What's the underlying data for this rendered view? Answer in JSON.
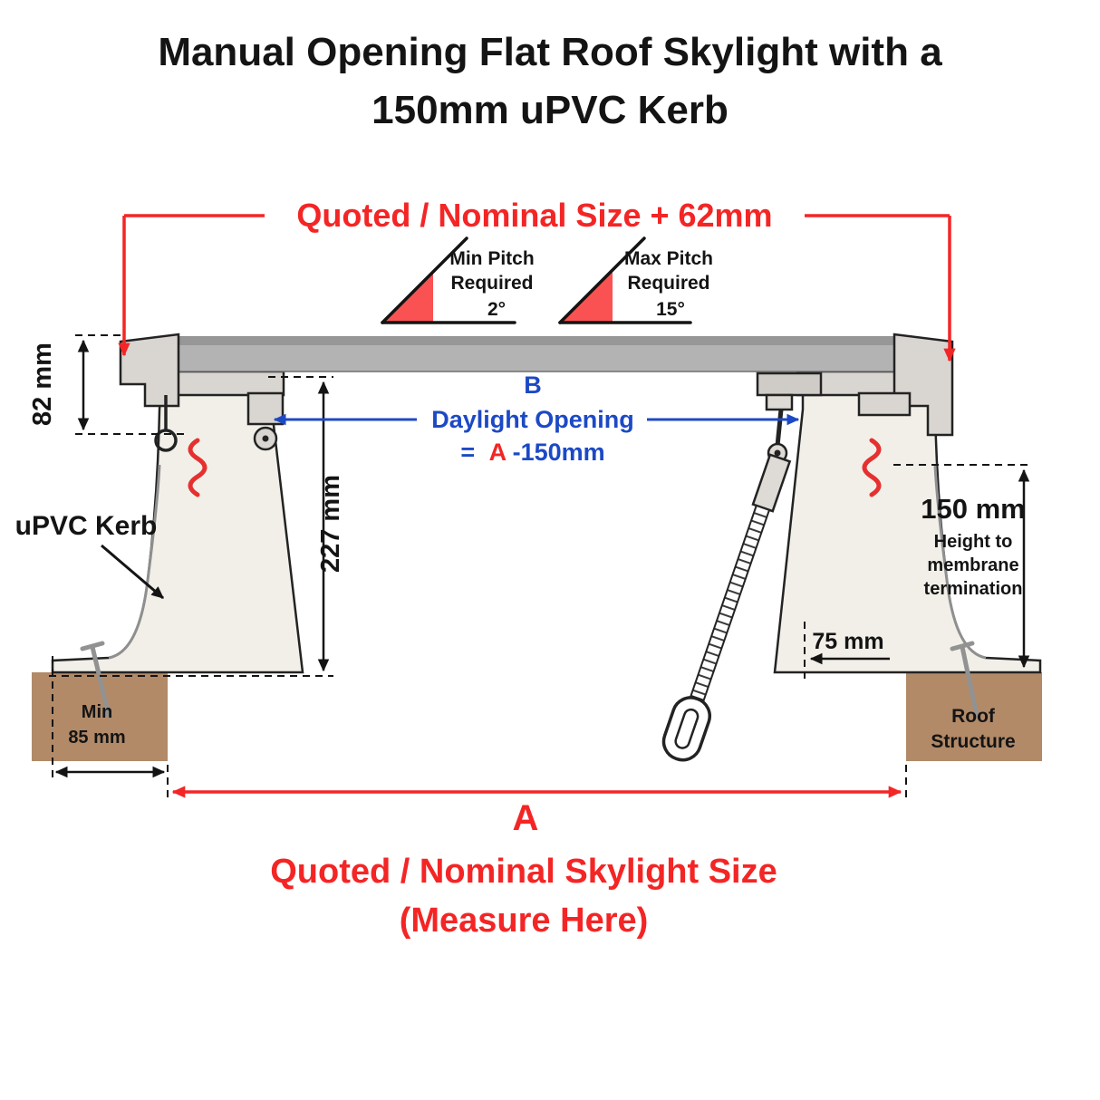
{
  "title": {
    "line1": "Manual Opening Flat Roof Skylight with a",
    "line2": "150mm uPVC Kerb"
  },
  "top_dimension": {
    "label": "Quoted / Nominal Size + 62mm"
  },
  "pitch": {
    "min": {
      "line1": "Min Pitch",
      "line2": "Required",
      "value": "2°"
    },
    "max": {
      "line1": "Max Pitch",
      "line2": "Required",
      "value": "15°"
    }
  },
  "left_dimensions": {
    "glass_height": "82 mm",
    "kerb_height": "227 mm"
  },
  "daylight": {
    "b": "B",
    "line1": "Daylight Opening",
    "eq_prefix": "=",
    "eq_a": "A",
    "eq_suffix": "-150mm"
  },
  "kerb_label": "uPVC Kerb",
  "right_dimensions": {
    "membrane_value": "150 mm",
    "membrane_l1": "Height to",
    "membrane_l2": "membrane",
    "membrane_l3": "termination",
    "upstand": "75 mm"
  },
  "roof": {
    "min_label": "Min",
    "min_value": "85 mm",
    "name_l1": "Roof",
    "name_l2": "Structure"
  },
  "bottom_dimension": {
    "a": "A",
    "line1": "Quoted / Nominal Skylight Size",
    "line2": "(Measure Here)"
  },
  "colors": {
    "red": "#f42525",
    "blue": "#1c49c5",
    "black": "#141414",
    "roof_brown": "#b28a68",
    "glass_gray": "#b3b3b3",
    "frame_gray": "#d9d5d1",
    "kerb_fill": "#f1efe8",
    "pitch_triangle": "#fa5252",
    "clip_red": "#e63030"
  }
}
